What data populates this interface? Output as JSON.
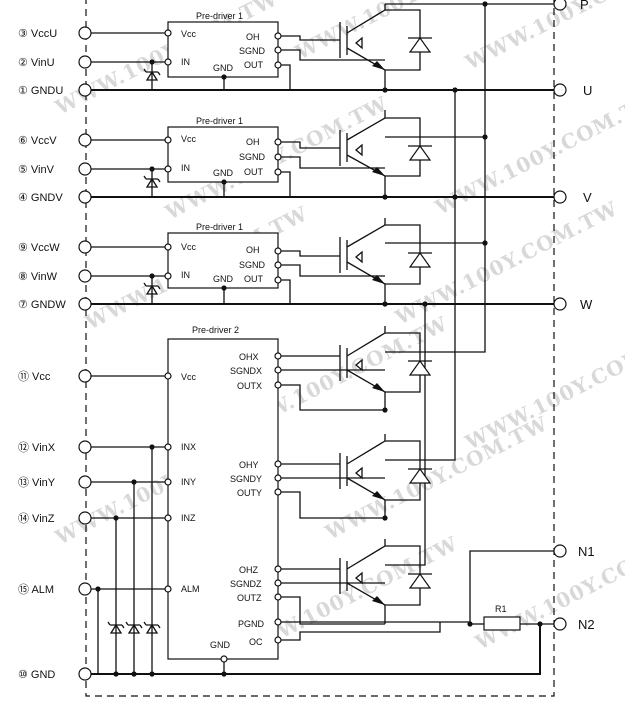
{
  "watermark": "WWW.100Y.COM.TW",
  "input_pins": [
    {
      "label": "③ VccU"
    },
    {
      "label": "② VinU"
    },
    {
      "label": "① GNDU"
    },
    {
      "label": "⑥ VccV"
    },
    {
      "label": "⑤ VinV"
    },
    {
      "label": "④ GNDV"
    },
    {
      "label": "⑨ VccW"
    },
    {
      "label": "⑧ VinW"
    },
    {
      "label": "⑦ GNDW"
    },
    {
      "label": "⑪ Vcc"
    },
    {
      "label": "⑫ VinX"
    },
    {
      "label": "⑬ VinY"
    },
    {
      "label": "⑭ VinZ"
    },
    {
      "label": "⑮ ALM"
    },
    {
      "label": "⑩ GND"
    }
  ],
  "terminals": [
    {
      "label": "P"
    },
    {
      "label": "U"
    },
    {
      "label": "V"
    },
    {
      "label": "W"
    },
    {
      "label": "N1"
    },
    {
      "label": "N2"
    }
  ],
  "predrivers": [
    {
      "title": "Pre-driver 1",
      "vcc": "Vcc",
      "in": "IN",
      "gnd": "GND",
      "oh": "OH",
      "sgnd": "SGND",
      "out": "OUT"
    },
    {
      "title": "Pre-driver 1",
      "vcc": "Vcc",
      "in": "IN",
      "gnd": "GND",
      "oh": "OH",
      "sgnd": "SGND",
      "out": "OUT"
    },
    {
      "title": "Pre-driver 1",
      "vcc": "Vcc",
      "in": "IN",
      "gnd": "GND",
      "oh": "OH",
      "sgnd": "SGND",
      "out": "OUT"
    }
  ],
  "predriver2": {
    "title": "Pre-driver 2",
    "left": [
      "Vcc",
      "INX",
      "INY",
      "INZ",
      "ALM"
    ],
    "gnd": "GND",
    "right": [
      "OHX",
      "SGNDX",
      "OUTX",
      "OHY",
      "SGNDY",
      "OUTY",
      "OHZ",
      "SGNDZ",
      "OUTZ",
      "PGND",
      "OC"
    ]
  },
  "resistor": {
    "label": "R1"
  }
}
